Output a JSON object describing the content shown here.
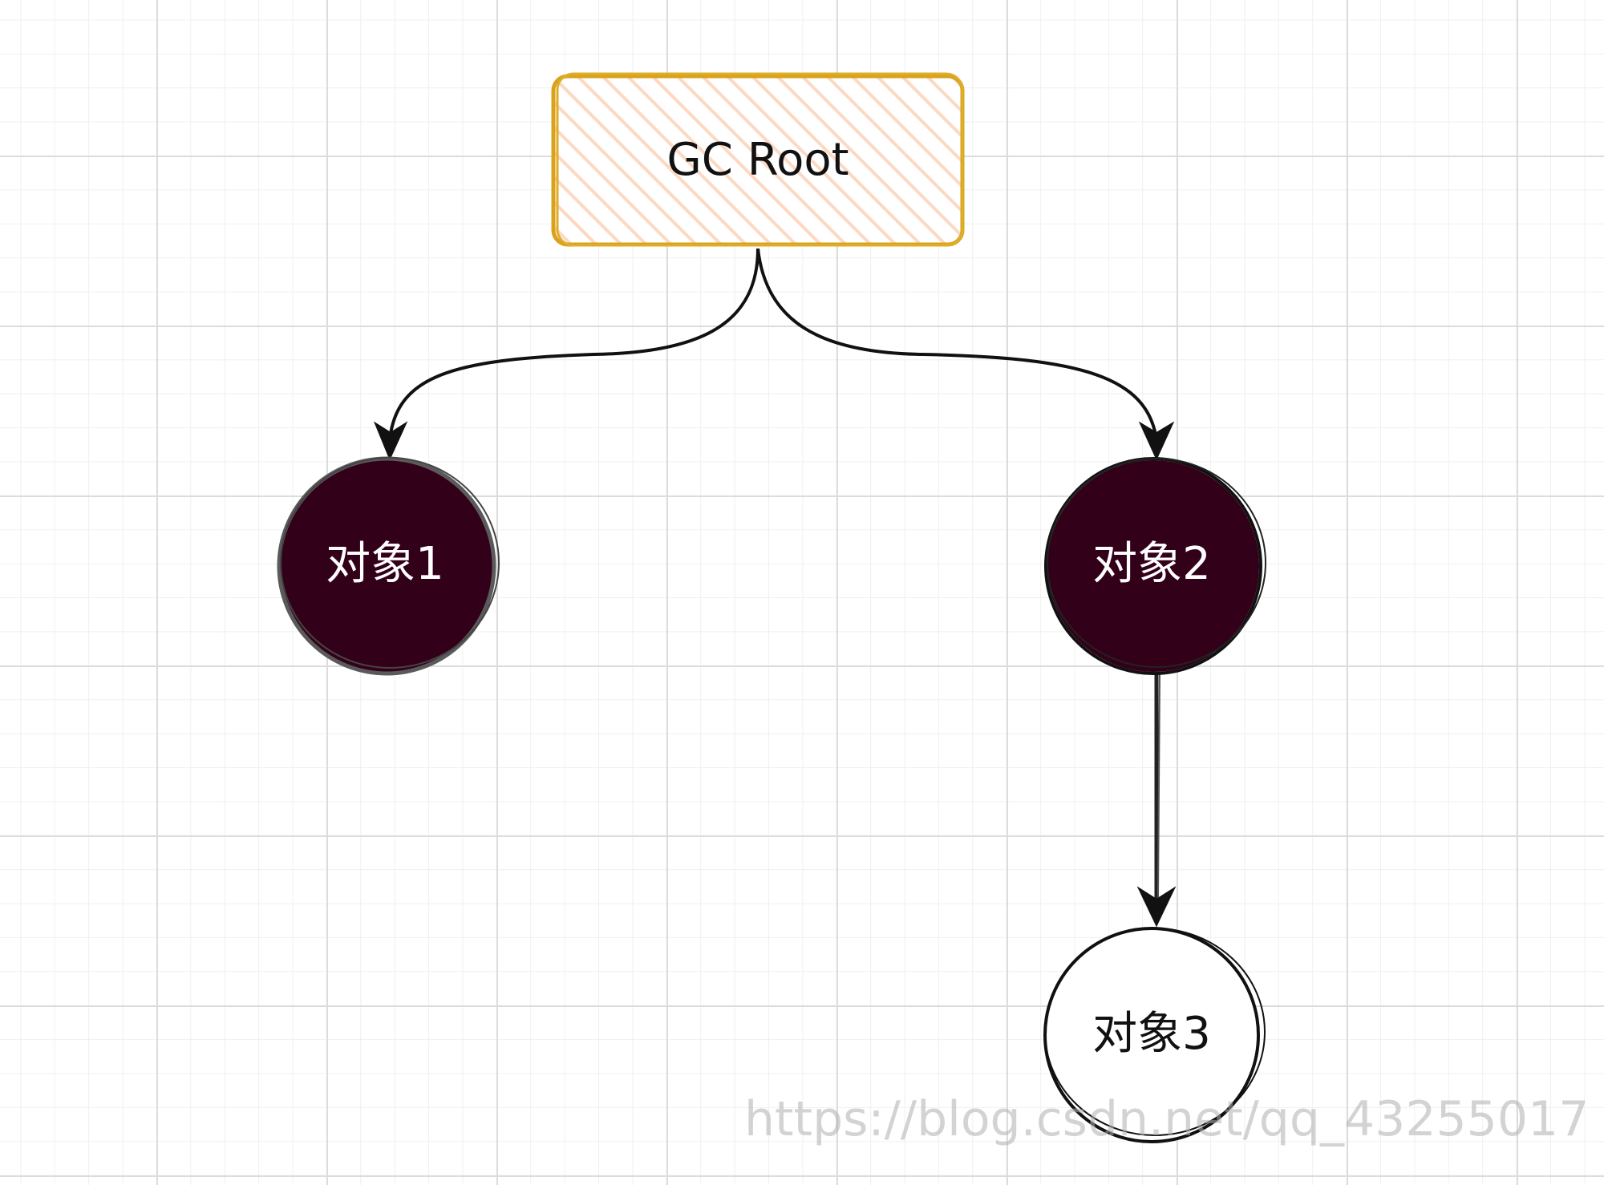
{
  "nodes": {
    "gc_root": {
      "label": "GC Root",
      "fill": "#fde6d3",
      "stroke": "#d9a21b"
    },
    "object1": {
      "label": "对象1",
      "fill": "#33001a",
      "stroke": "#555555"
    },
    "object2": {
      "label": "对象2",
      "fill": "#33001a",
      "stroke": "#111111"
    },
    "object3": {
      "label": "对象3",
      "fill": "#ffffff",
      "stroke": "#111111"
    }
  },
  "edges": [
    {
      "from": "GC Root",
      "to": "对象1"
    },
    {
      "from": "GC Root",
      "to": "对象2"
    },
    {
      "from": "对象2",
      "to": "对象3"
    }
  ],
  "watermark": "https://blog.csdn.net/qq_43255017"
}
